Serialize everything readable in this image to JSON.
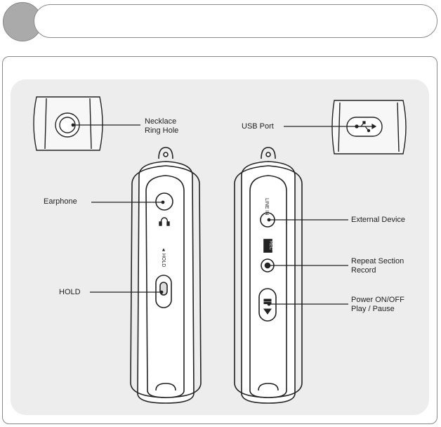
{
  "header": {
    "title": ""
  },
  "labels": {
    "necklace": "Necklace\nRing Hole",
    "usb": "USB Port",
    "earphone": "Earphone",
    "hold": "HOLD",
    "external": "External Device",
    "repeat": "Repeat Section\nRecord",
    "power": "Power ON/OFF\nPlay / Pause"
  },
  "device_text": {
    "hold_mark": "◄ HOLD",
    "line_in": "LINE IN",
    "rec": "REC"
  },
  "icons": [
    "headphone-icon",
    "usb-icon",
    "play-pause-icon"
  ]
}
